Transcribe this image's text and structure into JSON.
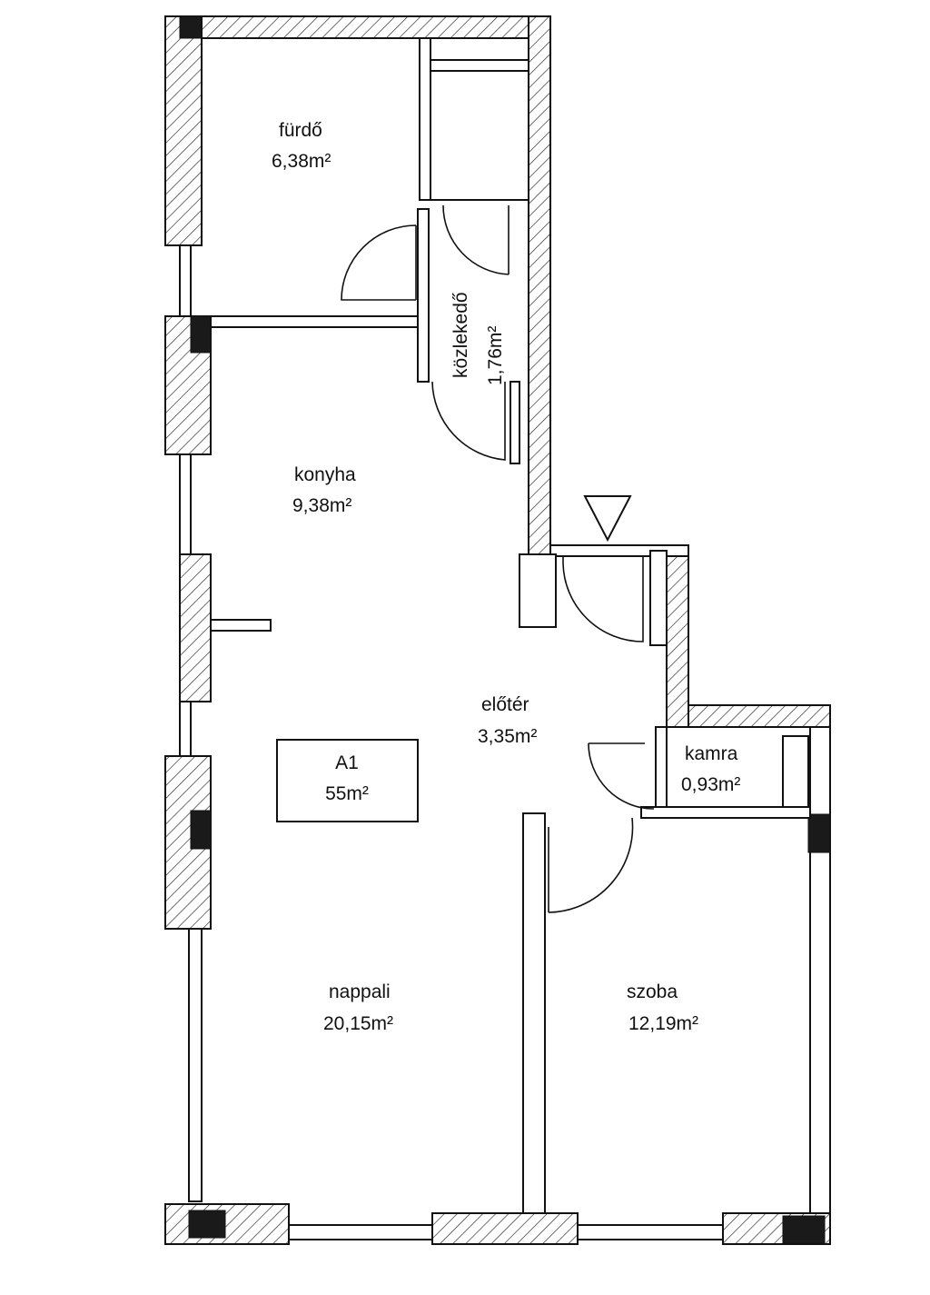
{
  "unit_box": {
    "name": "A1",
    "area": "55m²"
  },
  "rooms": [
    {
      "id": "furdo",
      "name": "fürdő",
      "area": "6,38m²"
    },
    {
      "id": "kozlekedo",
      "name": "közlekedő",
      "area": "1,76m²"
    },
    {
      "id": "konyha",
      "name": "konyha",
      "area": "9,38m²"
    },
    {
      "id": "eloter",
      "name": "előtér",
      "area": "3,35m²"
    },
    {
      "id": "kamra",
      "name": "kamra",
      "area": "0,93m²"
    },
    {
      "id": "nappali",
      "name": "nappali",
      "area": "20,15m²"
    },
    {
      "id": "szoba",
      "name": "szoba",
      "area": "12,19m²"
    }
  ]
}
